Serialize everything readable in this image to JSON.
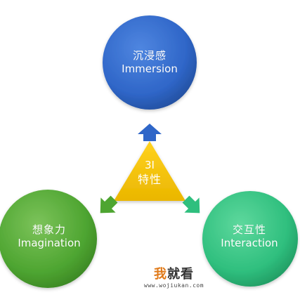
{
  "center": {
    "line1": "3I",
    "line2": "特性",
    "color": "#f5c400"
  },
  "nodes": {
    "immersion": {
      "zh": "沉浸感",
      "en": "Immersion",
      "color": "#2f66c8"
    },
    "imagination": {
      "zh": "想象力",
      "en": "Imagination",
      "color": "#4ea531"
    },
    "interaction": {
      "zh": "交互性",
      "en": "Interaction",
      "color": "#2fbf7e"
    }
  },
  "arrows": {
    "up_color": "#2f66c8",
    "left_color": "#4ea531",
    "right_color": "#2fbf7e"
  },
  "watermark": {
    "brand_part1": "我",
    "brand_part2": "就看",
    "url": "www.wojiukan.com"
  }
}
